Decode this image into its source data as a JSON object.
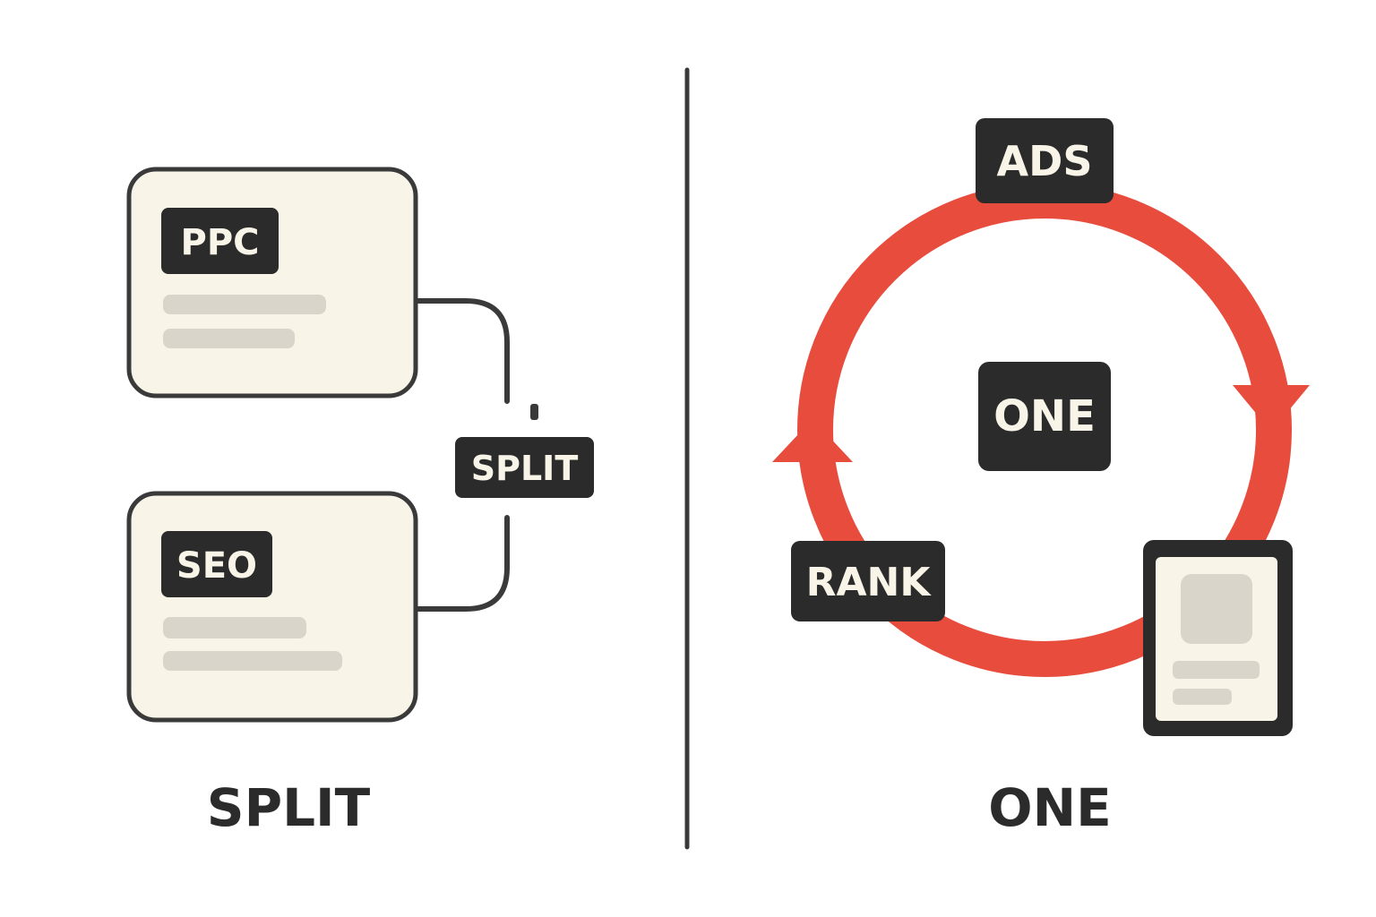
{
  "colors": {
    "background": "#ffffff",
    "ink": "#2b2b2b",
    "card_fill": "#f8f4e8",
    "placeholder_bar": "#d9d5cb",
    "tag_fill": "#2b2b2b",
    "tag_text": "#f8f4e8",
    "cycle_red": "#e84c3d"
  },
  "left_panel": {
    "caption": "SPLIT",
    "cards": [
      {
        "tag": "PPC",
        "placeholder_lines": 2
      },
      {
        "tag": "SEO",
        "placeholder_lines": 2
      }
    ],
    "connector_tag": "SPLIT"
  },
  "right_panel": {
    "caption": "ONE",
    "center_tag": "ONE",
    "cycle_tags": {
      "top": "ADS",
      "left": "RANK"
    },
    "device": {
      "icon": "mobile-card-icon"
    }
  }
}
